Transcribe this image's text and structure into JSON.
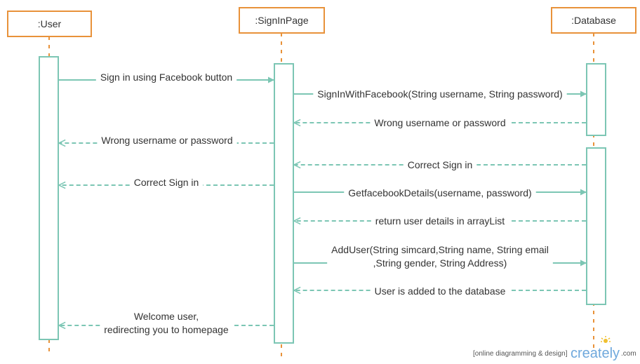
{
  "colors": {
    "lifeline_border": "#e8923a",
    "lifeline_dash": "#e8923a",
    "activation_border": "#7cc6b4",
    "message": "#7cc6b4",
    "text": "#333333",
    "logo": "#6fa8dc",
    "logo_sun": "#f0c030"
  },
  "lifelines": [
    {
      "id": "user",
      "label": ":User"
    },
    {
      "id": "signin",
      "label": ":SignInPage"
    },
    {
      "id": "db",
      "label": ":Database"
    }
  ],
  "messages": [
    {
      "id": "m1",
      "lines": [
        "Sign in using Facebook button"
      ],
      "from": "user",
      "to": "signin",
      "style": "solid"
    },
    {
      "id": "m2",
      "lines": [
        "SignInWithFacebook(String username, String password)"
      ],
      "from": "signin",
      "to": "db",
      "style": "solid"
    },
    {
      "id": "m3",
      "lines": [
        "Wrong username or password"
      ],
      "from": "db",
      "to": "signin",
      "style": "dashed"
    },
    {
      "id": "m4",
      "lines": [
        "Wrong username or password"
      ],
      "from": "signin",
      "to": "user",
      "style": "dashed"
    },
    {
      "id": "m5",
      "lines": [
        "Correct Sign in"
      ],
      "from": "db",
      "to": "signin",
      "style": "dashed"
    },
    {
      "id": "m6",
      "lines": [
        "Correct Sign in"
      ],
      "from": "signin",
      "to": "user",
      "style": "dashed"
    },
    {
      "id": "m7",
      "lines": [
        "GetfacebookDetails(username, password)"
      ],
      "from": "signin",
      "to": "db",
      "style": "solid"
    },
    {
      "id": "m8",
      "lines": [
        "return user details in arrayList"
      ],
      "from": "db",
      "to": "signin",
      "style": "dashed"
    },
    {
      "id": "m9",
      "lines": [
        "AddUser(String simcard,String name, String email",
        ",String gender, String Address)"
      ],
      "from": "signin",
      "to": "db",
      "style": "solid"
    },
    {
      "id": "m10",
      "lines": [
        "User is added to the database"
      ],
      "from": "db",
      "to": "signin",
      "style": "dashed"
    },
    {
      "id": "m11",
      "lines": [
        "Welcome user,",
        "redirecting you to homepage"
      ],
      "from": "signin",
      "to": "user",
      "style": "dashed"
    }
  ],
  "watermark": {
    "tagline": "[online diagramming & design]",
    "brand": "creately",
    "suffix": ".com"
  }
}
